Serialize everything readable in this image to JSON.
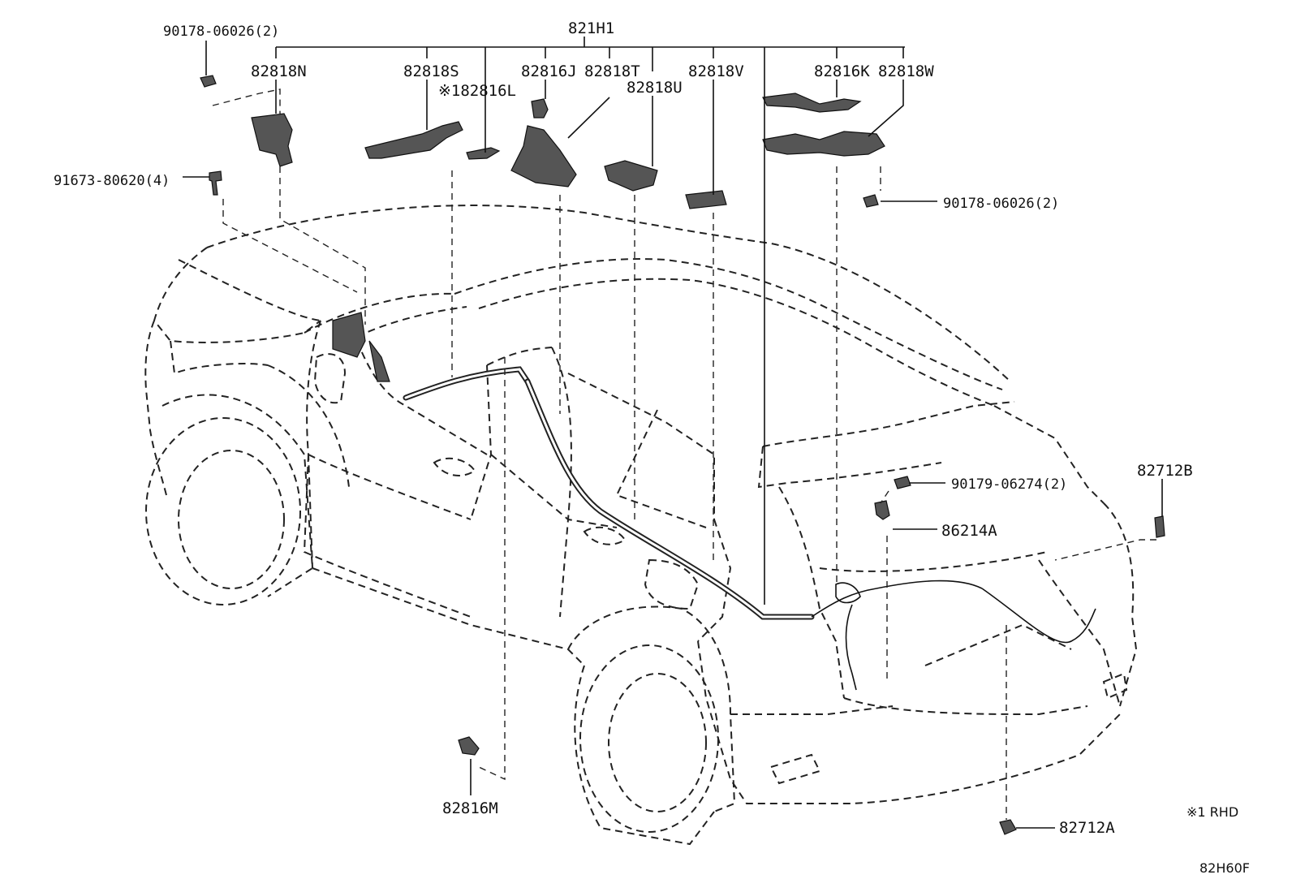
{
  "diagram": {
    "labels": {
      "main_harness": "821H1",
      "fastener_top_left": "90178-06026(2)",
      "bolt_left": "91673-80620(4)",
      "fastener_right": "90178-06026(2)",
      "fastener_rear": "90179-06274(2)",
      "p_82818N": "82818N",
      "p_82818S": "82818S",
      "p_82816L": "※182816L",
      "p_82816J": "82816J",
      "p_82818T": "82818T",
      "p_82818U": "82818U",
      "p_82818V": "82818V",
      "p_82816K": "82816K",
      "p_82818W": "82818W",
      "p_82712B": "82712B",
      "p_86214A": "86214A",
      "p_82816M": "82816M",
      "p_82712A": "82712A"
    },
    "footnote": "※1 RHD",
    "figure_code": "82H60F"
  }
}
